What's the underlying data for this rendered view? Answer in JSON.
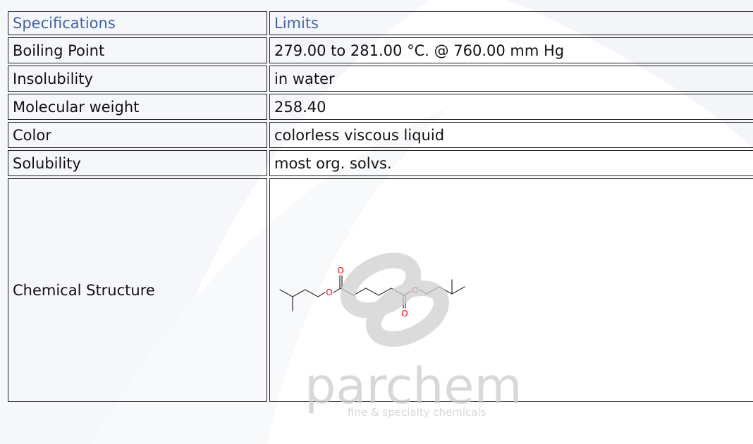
{
  "table": {
    "headers": {
      "spec": "Specifications",
      "limits": "Limits"
    },
    "rows": [
      {
        "spec": "Boiling Point",
        "value": "279.00 to 281.00 °C. @ 760.00 mm Hg"
      },
      {
        "spec": "Insolubility",
        "value": "in water"
      },
      {
        "spec": "Molecular weight",
        "value": "258.40"
      },
      {
        "spec": "Color",
        "value": "colorless viscous liquid"
      },
      {
        "spec": "Solubility",
        "value": "most org. solvs."
      },
      {
        "spec": "Chemical Structure"
      }
    ]
  },
  "structure": {
    "atom_labels": [
      "O",
      "O",
      "O",
      "O"
    ]
  },
  "watermark": {
    "brand": "parchem",
    "tagline": "fine & specialty chemicals"
  },
  "colors": {
    "header_text": "#3f62ad",
    "border": "#1f1f1f",
    "oxygen": "#ff0000",
    "background_swoosh": "#f4f6f9",
    "watermark": "#d3d3d3"
  }
}
